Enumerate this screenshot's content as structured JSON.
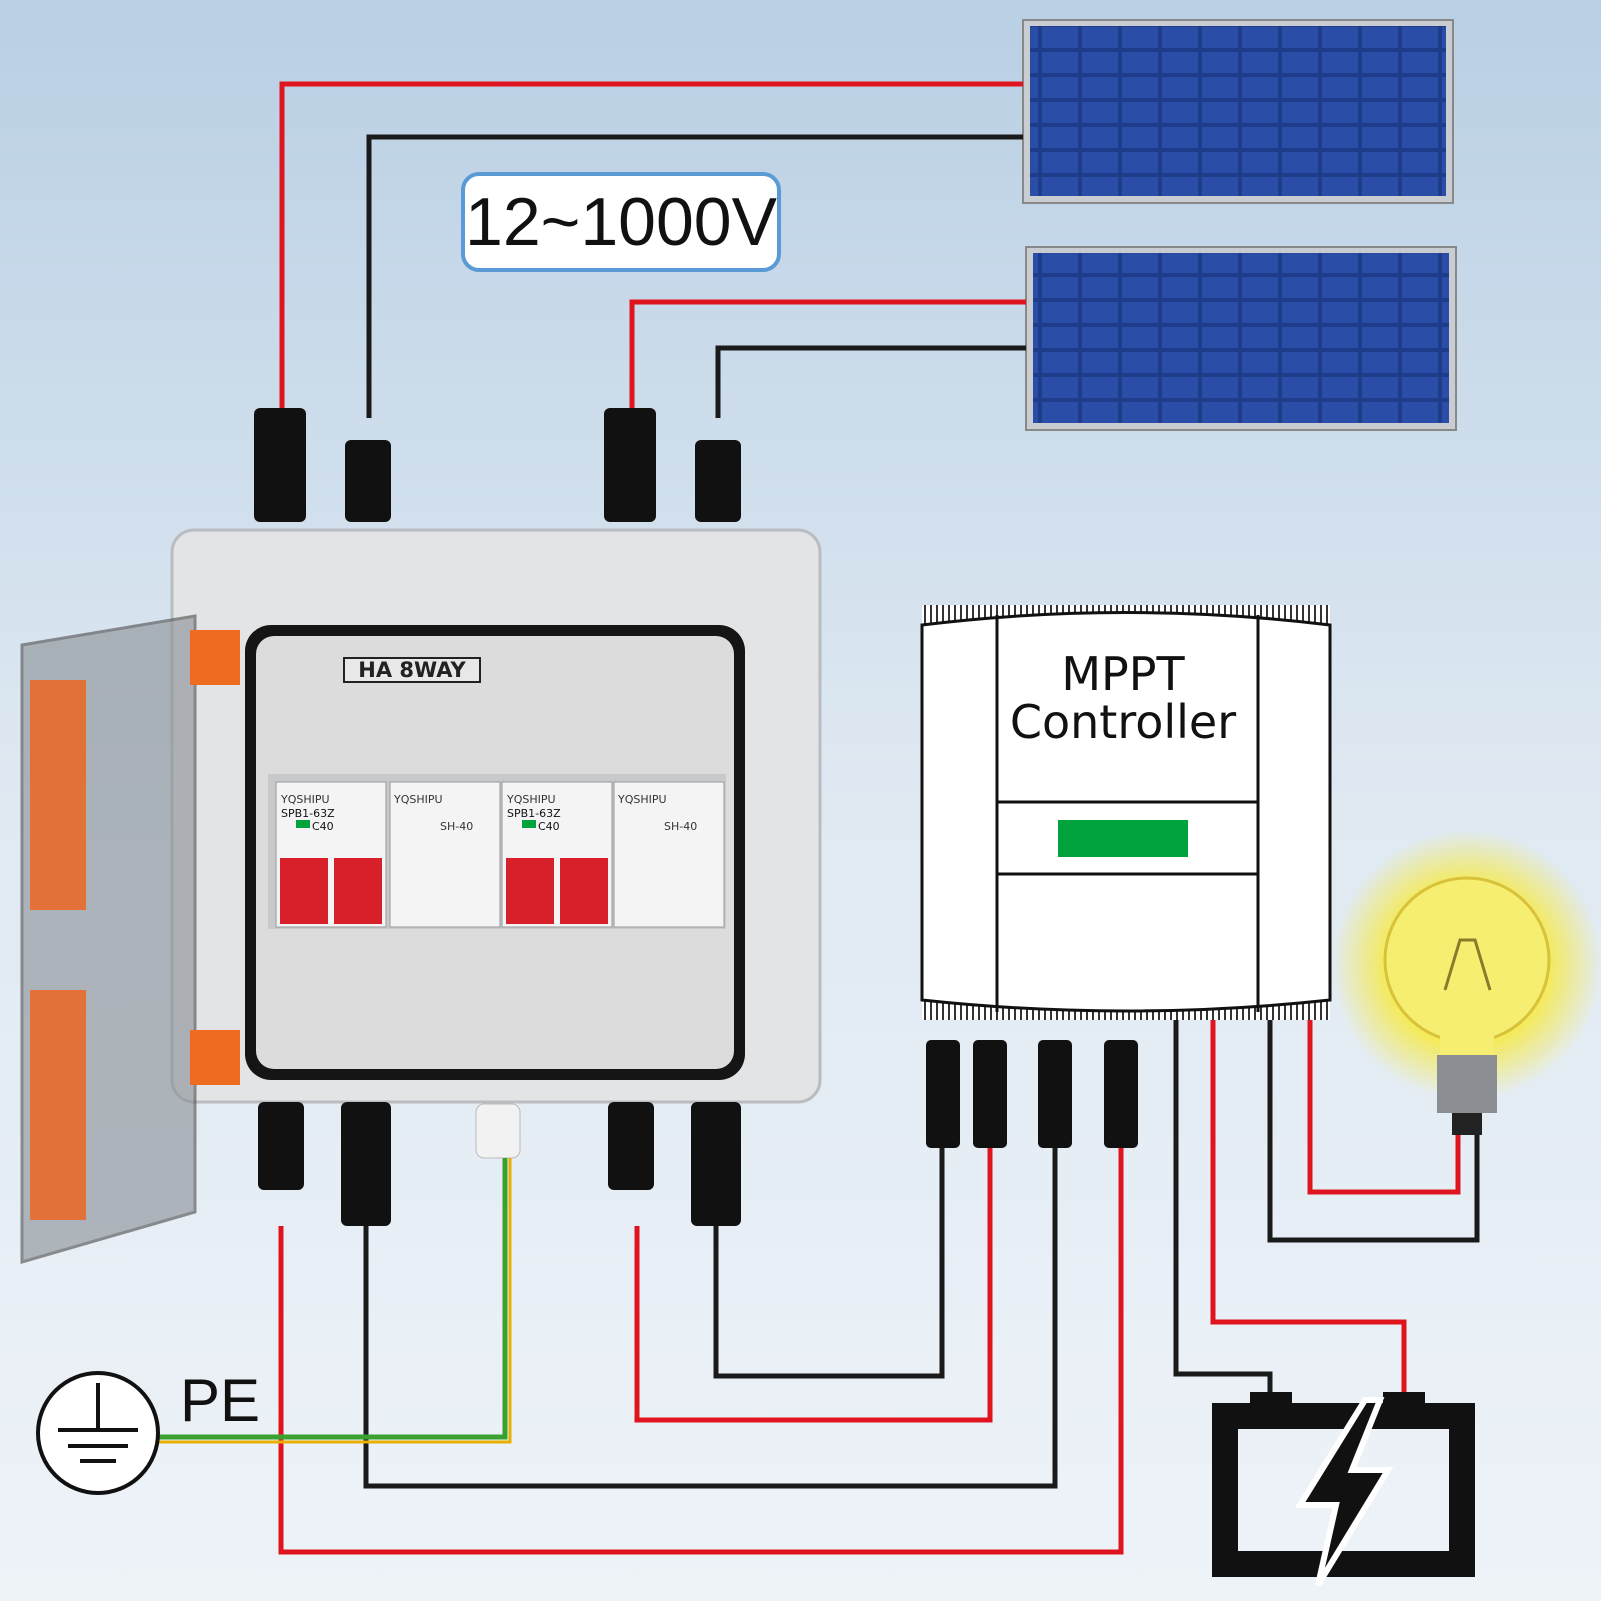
{
  "voltage_range": "12~1000V",
  "box_label": "HA 8WAY",
  "controller_title_line1": "MPPT",
  "controller_title_line2": "Controller",
  "ground_label": "PE",
  "breakers": [
    {
      "brand": "YQSHIPU",
      "model": "SPB1-63Z",
      "rating": "C40"
    },
    {
      "brand": "YQSHIPU",
      "model": "SPB1-63Z",
      "rating": "C40"
    }
  ],
  "surge_protectors": [
    {
      "brand": "YQSHIPU",
      "model": "SH-40"
    },
    {
      "brand": "YQSHIPU",
      "model": "SH-40"
    }
  ],
  "colors": {
    "positive_wire": "#e0141e",
    "negative_wire": "#1a1a1a",
    "ground_wire_green": "#3aa12f",
    "ground_wire_yellow": "#e8b000",
    "solar_cell": "#1f3c8a",
    "breaker_handle": "#d8202a",
    "status_led": "#00a33c",
    "bulb_glow": "#f4ea5a"
  }
}
